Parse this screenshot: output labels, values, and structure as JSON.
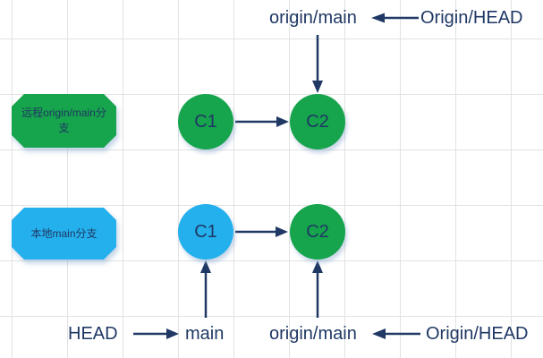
{
  "colors": {
    "accent_navy": "#1F3864",
    "node_green": "#16A44C",
    "node_blue": "#24B0ED",
    "grid_line": "#E2E2E2",
    "canvas_bg": "#FFFFFF"
  },
  "top_annotation": {
    "remote_ref_label": "origin/main",
    "origin_head_label": "Origin/HEAD"
  },
  "remote_branch": {
    "legend": "远程origin/main分支",
    "commits": [
      {
        "id": "C1"
      },
      {
        "id": "C2"
      }
    ]
  },
  "local_branch": {
    "legend": "本地main分支",
    "commits": [
      {
        "id": "C1"
      },
      {
        "id": "C2"
      }
    ]
  },
  "bottom_annotation": {
    "head_label": "HEAD",
    "branch_label": "main",
    "remote_ref_label": "origin/main",
    "origin_head_label": "Origin/HEAD"
  }
}
